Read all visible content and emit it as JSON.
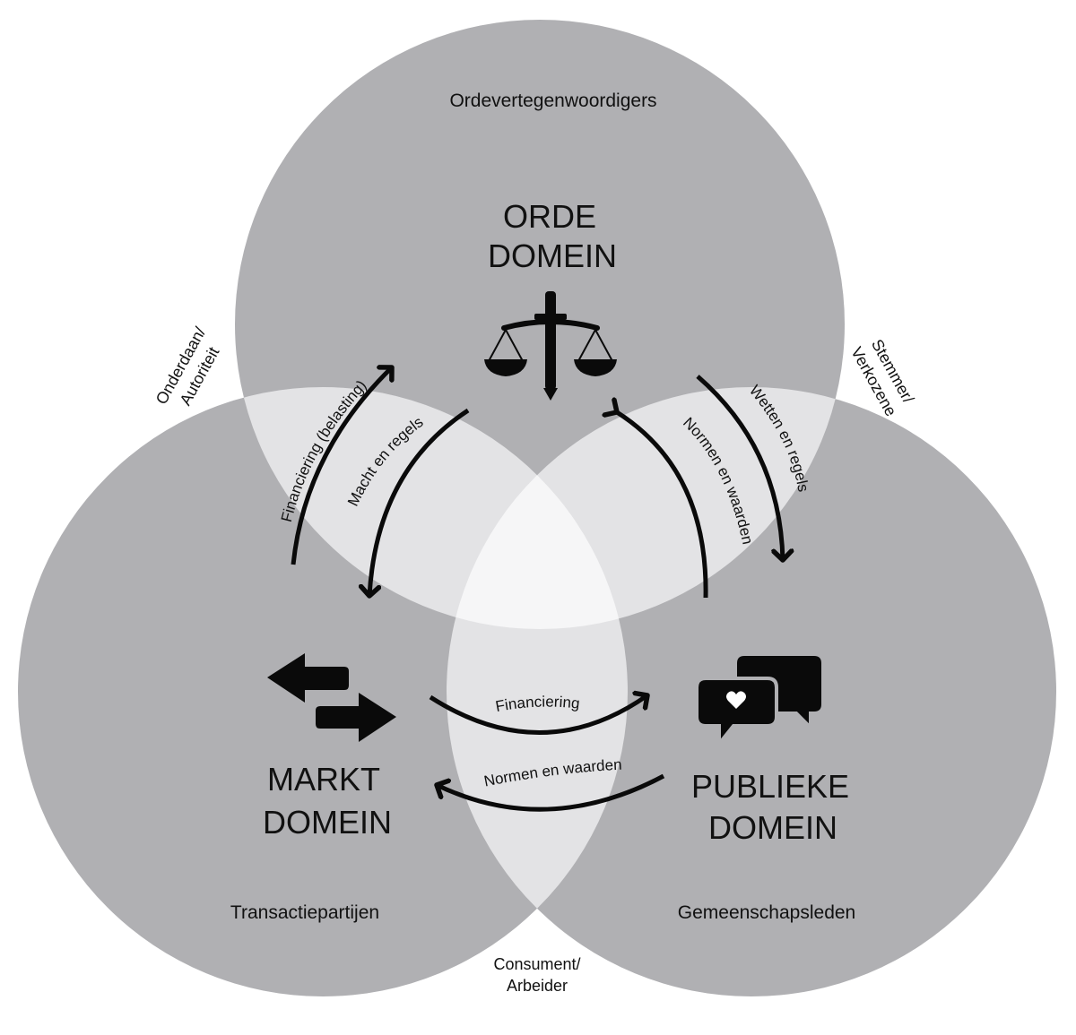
{
  "domains": {
    "orde": {
      "title_line1": "ORDE",
      "title_line2": "DOMEIN",
      "members": "Ordevertegenwoordigers",
      "icon": "scales-of-justice-icon"
    },
    "markt": {
      "title_line1": "MARKT",
      "title_line2": "DOMEIN",
      "members": "Transactiepartijen",
      "icon": "exchange-arrows-icon"
    },
    "publiek": {
      "title_line1": "PUBLIEKE",
      "title_line2": "DOMEIN",
      "members": "Gemeenschapsleden",
      "icon": "chat-bubbles-heart-icon"
    }
  },
  "overlaps": {
    "orde_markt": {
      "line1": "Onderdaan/",
      "line2": "Autoriteit"
    },
    "orde_publiek": {
      "line1": "Stemmer/",
      "line2": "Verkozene"
    },
    "markt_publiek": {
      "line1": "Consument/",
      "line2": "Arbeider"
    }
  },
  "flows": {
    "markt_to_orde": "Financiering (belasting)",
    "orde_to_markt": "Macht en regels",
    "publiek_to_orde": "Normen en waarden",
    "orde_to_publiek": "Wetten en regels",
    "markt_to_publiek": "Financiering",
    "publiek_to_markt": "Normen en waarden"
  },
  "colors": {
    "circle_fill": "#b0b0b3",
    "pair_overlap": "#e3e3e5",
    "center_overlap": "#f6f6f7",
    "ink": "#0a0a0a"
  }
}
